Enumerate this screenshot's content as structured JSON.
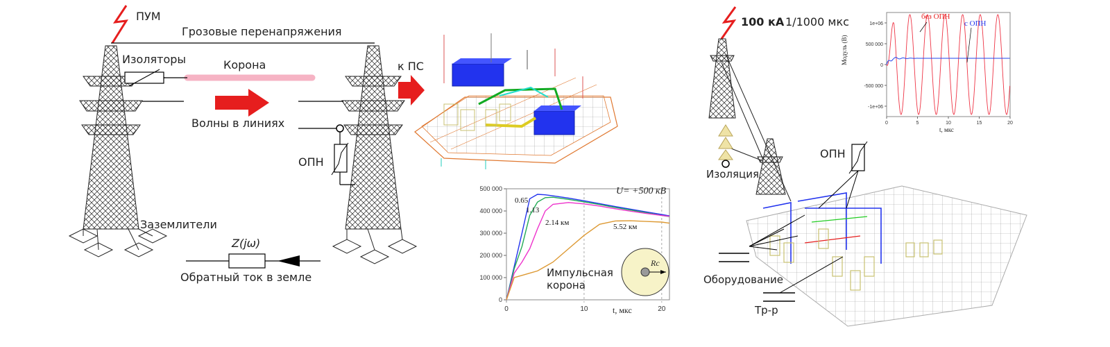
{
  "left": {
    "pum": "ПУМ",
    "title": "Грозовые перенапряжения",
    "insulators": "Изоляторы",
    "corona": "Корона",
    "waves": "Волны в линиях",
    "to_ps": "к ПС",
    "arrester": "ОПН",
    "grounding": "Заземлители",
    "impedance": "Z(jω)",
    "return_current": "Обратный ток в земле"
  },
  "corona_chart": {
    "u_label": "U= +500 кВ",
    "xlabel": "t, мкс",
    "impulse_corona": "Импульсная корона",
    "rc": "Rc",
    "chart_data": {
      "type": "line",
      "x": [
        0,
        1,
        2,
        3,
        4,
        5,
        6,
        8,
        10,
        12,
        14,
        16,
        18,
        20,
        21
      ],
      "xlim": [
        0,
        21
      ],
      "ylim": [
        0,
        500000
      ],
      "yticks": [
        "0",
        "100 000",
        "200 000",
        "300 000",
        "400 000",
        "500 000"
      ],
      "xticks": [
        "0",
        "10",
        "20"
      ],
      "series": [
        {
          "name": "0.65",
          "values": [
            0,
            150000,
            300000,
            455000,
            475000,
            473000,
            468000,
            458000,
            446000,
            433000,
            420000,
            408000,
            396000,
            384000,
            378000
          ]
        },
        {
          "name": "1.13",
          "values": [
            0,
            140000,
            240000,
            380000,
            440000,
            460000,
            462000,
            452000,
            441000,
            429000,
            416000,
            404000,
            392000,
            380000,
            375000
          ]
        },
        {
          "name": "2.14 км",
          "values": [
            0,
            120000,
            170000,
            230000,
            320000,
            400000,
            430000,
            438000,
            432000,
            422000,
            410000,
            399000,
            389000,
            380000,
            376000
          ]
        },
        {
          "name": "5.52 км",
          "values": [
            0,
            100000,
            110000,
            120000,
            130000,
            150000,
            170000,
            230000,
            290000,
            340000,
            355000,
            356000,
            353000,
            350000,
            345000
          ]
        }
      ]
    }
  },
  "right": {
    "stroke": "100 кА",
    "stroke_shape": "1/1000 мкс",
    "insulation": "Изоляция",
    "arrester": "ОПН",
    "equipment": "Оборудование",
    "transformer": "Тр-р"
  },
  "osc_chart": {
    "legend_without": "без ОПН",
    "legend_with": "с ОПН",
    "ylabel": "Модуль (В)",
    "xlabel": "t, мкс",
    "chart_data": {
      "type": "line",
      "xlim": [
        0,
        20
      ],
      "ylim": [
        -1250000,
        1250000
      ],
      "xticks": [
        "0",
        "5",
        "10",
        "15",
        "20"
      ],
      "yticks": [
        "1e+06",
        "500 000",
        "0",
        "-500 000",
        "-1e+06"
      ],
      "series": [
        {
          "name": "без ОПН",
          "amplitude": 1200000,
          "period_us": 2.85,
          "unit_V": true
        },
        {
          "name": "с ОПН",
          "amplitude": 150000,
          "steady_V": 150000
        }
      ]
    }
  },
  "colors": {
    "red_arrow": "#e61e1e",
    "bus_blue": "#2233ee",
    "corona_pink": "#f6b3c4"
  }
}
